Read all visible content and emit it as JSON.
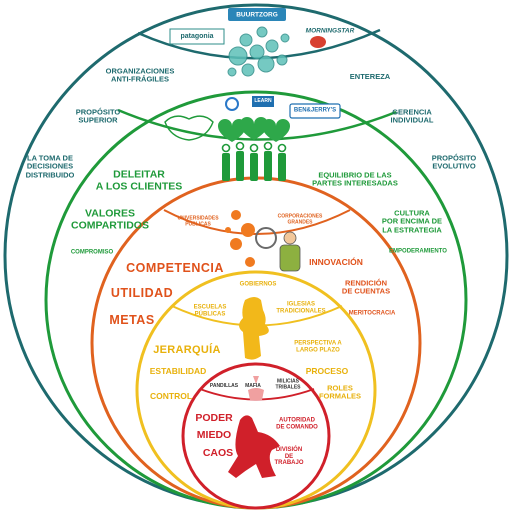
{
  "palette": {
    "teal": "#1e6a6e",
    "green": "#1f9a3a",
    "orange": "#e0521b",
    "yellow": "#e8b10c",
    "red": "#d0202a"
  },
  "logos": {
    "buurtzorg": "BUURTZORG",
    "morningstar": "MORNINGSTAR",
    "patagonia": "patagonia",
    "benjerry": "BEN&JERRY'S",
    "learn": "LEARN"
  },
  "teal": {
    "organizaciones": "ORGANIZACIONES\nANTI-FRÁGILES",
    "entereza": "ENTEREZA",
    "proposito_superior": "PROPÓSITO\nSUPERIOR",
    "gerencia": "GERENCIA\nINDIVIDUAL",
    "toma": "LA TOMA DE\nDECISIONES\nDISTRIBUIDO",
    "proposito_evolutivo": "PROPÓSITO\nEVOLUTIVO"
  },
  "green": {
    "deleitar": "DELEITAR\nA LOS CLIENTES",
    "equilibrio": "EQUILIBRIO DE LAS\nPARTES INTERESADAS",
    "valores": "VALORES\nCOMPARTIDOS",
    "cultura": "CULTURA\nPOR ENCIMA DE\nLA ESTRATEGIA",
    "compromiso": "COMPROMISO",
    "empoderamiento": "EMPODERAMIENTO"
  },
  "orange": {
    "universidades": "UNIVERSIDADES\nPÚBLICAS",
    "corporaciones": "CORPORACIONES\nGRANDES",
    "competencia": "COMPETENCIA",
    "innovacion": "INNOVACIÓN",
    "utilidad": "UTILIDAD",
    "rendicion": "RENDICIÓN\nDE CUENTAS",
    "metas": "METAS",
    "meritocracia": "MERITOCRACIA"
  },
  "yellow": {
    "gobiernos": "GOBIERNOS",
    "escuelas": "ESCUELAS\nPÚBLICAS",
    "iglesias": "IGLESIAS\nTRADICIONALES",
    "jerarquia": "JERARQUÍA",
    "perspectiva": "PERSPECTIVA A\nLARGO PLAZO",
    "estabilidad": "ESTABILIDAD",
    "proceso": "PROCESO",
    "control": "CONTROL",
    "roles": "ROLES\nFORMALES"
  },
  "red": {
    "pandillas": "PANDILLAS",
    "mafia": "MAFIA",
    "milicias": "MILICIAS\nTRIBALES",
    "poder": "PODER",
    "miedo": "MIEDO",
    "caos": "CAOS",
    "autoridad": "AUTORIDAD\nDE COMANDO",
    "division": "DIVISIÓN\nDE\nTRABAJO"
  }
}
